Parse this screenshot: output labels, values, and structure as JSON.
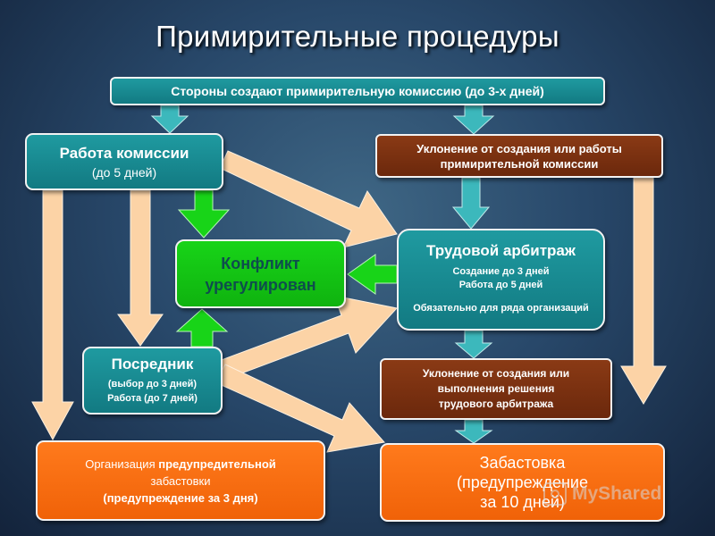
{
  "title": "Примирительные  процедуры",
  "boxes": {
    "top": "Стороны создают примирительную комиссию (до 3-х дней)",
    "commission": {
      "title": "Работа комиссии",
      "subtitle": "(до 5 дней)"
    },
    "evade_commission": {
      "line1": "Уклонение от создания или работы",
      "line2": "примирительной комиссии"
    },
    "conflict": {
      "line1": "Конфликт",
      "line2": "урегулирован"
    },
    "arbitration": {
      "title": "Трудовой арбитраж",
      "line1": "Создание до 3 дней",
      "line2": "Работа до 5 дней",
      "line3": "Обязательно для ряда организаций"
    },
    "mediator": {
      "title": "Посредник",
      "line1": "(выбор до 3 дней)",
      "line2": "Работа (до 7 дней)"
    },
    "evade_arbitration": {
      "line1": "Уклонение от создания или",
      "line2": "выполнения решения",
      "line3": "трудового арбитража"
    },
    "warning_strike": {
      "line1_normal": "Организация ",
      "line1_bold": "предупредительной",
      "line2": "забастовки",
      "line3": "(предупреждение за 3 дня)"
    },
    "strike": {
      "line1": "Забастовка",
      "line2": "(предупреждение",
      "line3": "за 10 дней)"
    }
  },
  "colors": {
    "teal": "#1a8f96",
    "brown": "#7a300f",
    "orange": "#f76c10",
    "green": "#14c814",
    "arrow_peach": "#fcd3a6",
    "arrow_teal": "#3cb8bc",
    "arrow_green": "#18d418"
  },
  "watermark": "MyShared"
}
